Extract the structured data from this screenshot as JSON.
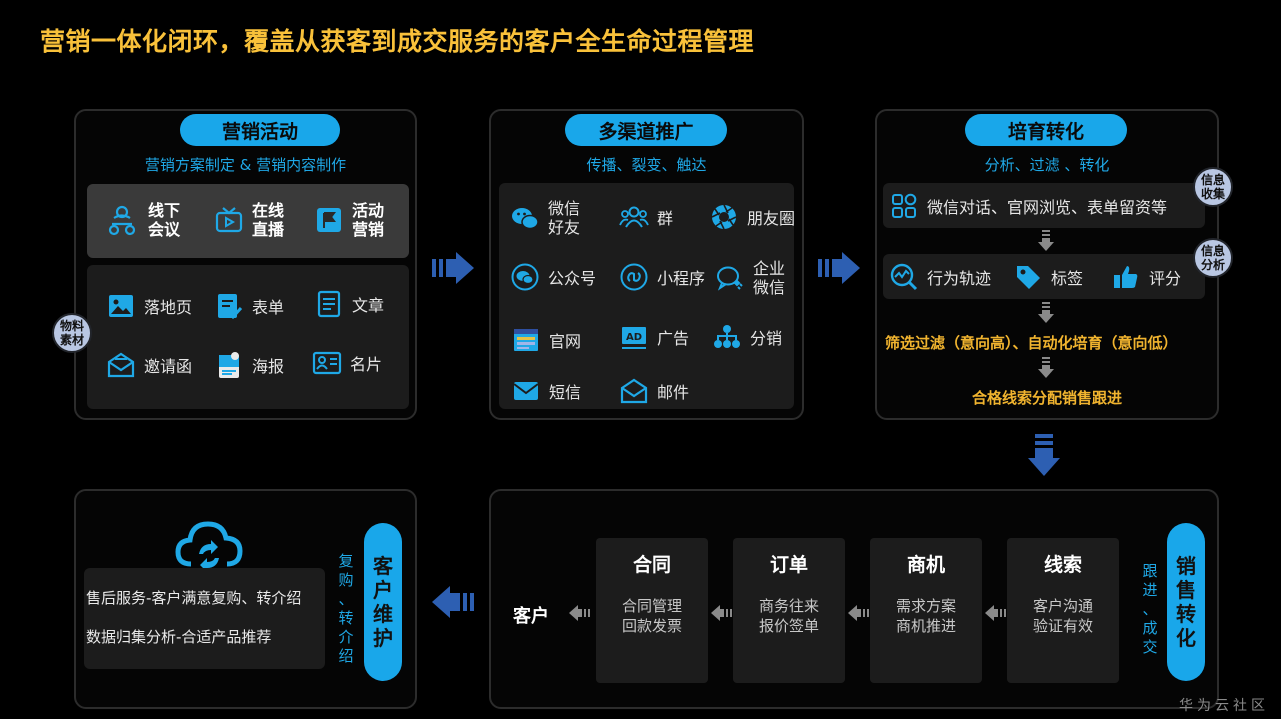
{
  "title": "营销一体化闭环，覆盖从获客到成交服务的客户全生命过程管理",
  "colors": {
    "accent": "#19a7ea",
    "gold": "#f1b42f",
    "panel": "#1c1c1c",
    "badge": "#b9c7e3",
    "arrow": "#2d5fb2"
  },
  "marketing": {
    "pill": "营销活动",
    "subtitle": "营销方案制定 & 营销内容制作",
    "top": [
      {
        "icon": "people-meeting-icon",
        "line1": "线下",
        "line2": "会议"
      },
      {
        "icon": "live-tv-icon",
        "line1": "在线",
        "line2": "直播"
      },
      {
        "icon": "flag-icon",
        "line1": "活动",
        "line2": "营销"
      }
    ],
    "badge": [
      "物料",
      "素材"
    ],
    "materials": [
      {
        "icon": "image-icon",
        "label": "落地页"
      },
      {
        "icon": "form-check-icon",
        "label": "表单"
      },
      {
        "icon": "document-icon",
        "label": "文章"
      },
      {
        "icon": "envelope-icon",
        "label": "邀请函"
      },
      {
        "icon": "poster-icon",
        "label": "海报"
      },
      {
        "icon": "id-card-icon",
        "label": "名片"
      }
    ]
  },
  "channels": {
    "pill": "多渠道推广",
    "subtitle": "传播、裂变、触达",
    "items": [
      {
        "icon": "wechat-icon",
        "line1": "微信",
        "line2": "好友"
      },
      {
        "icon": "group-icon",
        "line1": "群",
        "line2": ""
      },
      {
        "icon": "moments-icon",
        "line1": "朋友圈",
        "line2": ""
      },
      {
        "icon": "official-account-icon",
        "line1": "公众号",
        "line2": ""
      },
      {
        "icon": "mini-program-icon",
        "line1": "小程序",
        "line2": ""
      },
      {
        "icon": "enterprise-wechat-icon",
        "line1": "企业",
        "line2": "微信"
      },
      {
        "icon": "website-icon",
        "line1": "官网",
        "line2": ""
      },
      {
        "icon": "ad-icon",
        "line1": "广告",
        "line2": ""
      },
      {
        "icon": "distribution-icon",
        "line1": "分销",
        "line2": ""
      },
      {
        "icon": "sms-icon",
        "line1": "短信",
        "line2": ""
      },
      {
        "icon": "mail-icon",
        "line1": "邮件",
        "line2": ""
      }
    ]
  },
  "nurture": {
    "pill": "培育转化",
    "subtitle": "分析、过滤 、转化",
    "collect": {
      "icon": "apps-grid-icon",
      "label": "微信对话、官网浏览、表单留资等"
    },
    "badge_collect": [
      "信息",
      "收集"
    ],
    "badge_analyze": [
      "信息",
      "分析"
    ],
    "analysis": [
      {
        "icon": "trajectory-icon",
        "label": "行为轨迹"
      },
      {
        "icon": "tag-icon",
        "label": "标签"
      },
      {
        "icon": "thumbs-up-icon",
        "label": "评分"
      }
    ],
    "filter": "筛选过滤（意向高）、自动化培育（意向低）",
    "assign": "合格线索分配销售跟进"
  },
  "sales": {
    "pill_chars": [
      "销",
      "售",
      "转",
      "化"
    ],
    "side_chars": [
      "跟",
      "进",
      "、",
      "成",
      "交"
    ],
    "customer": "客户",
    "cards": [
      {
        "title": "合同",
        "line1": "合同管理",
        "line2": "回款发票"
      },
      {
        "title": "订单",
        "line1": "商务往来",
        "line2": "报价签单"
      },
      {
        "title": "商机",
        "line1": "需求方案",
        "line2": "商机推进"
      },
      {
        "title": "线索",
        "line1": "客户沟通",
        "line2": "验证有效"
      }
    ]
  },
  "maintain": {
    "pill_chars": [
      "客",
      "户",
      "维",
      "护"
    ],
    "side_chars": [
      "复",
      "购",
      "、",
      "转",
      "介",
      "绍"
    ],
    "icon": "cloud-sync-icon",
    "line1": "售后服务-客户满意复购、转介绍",
    "line2": "数据归集分析-合适产品推荐"
  },
  "watermark": "华为云社区"
}
